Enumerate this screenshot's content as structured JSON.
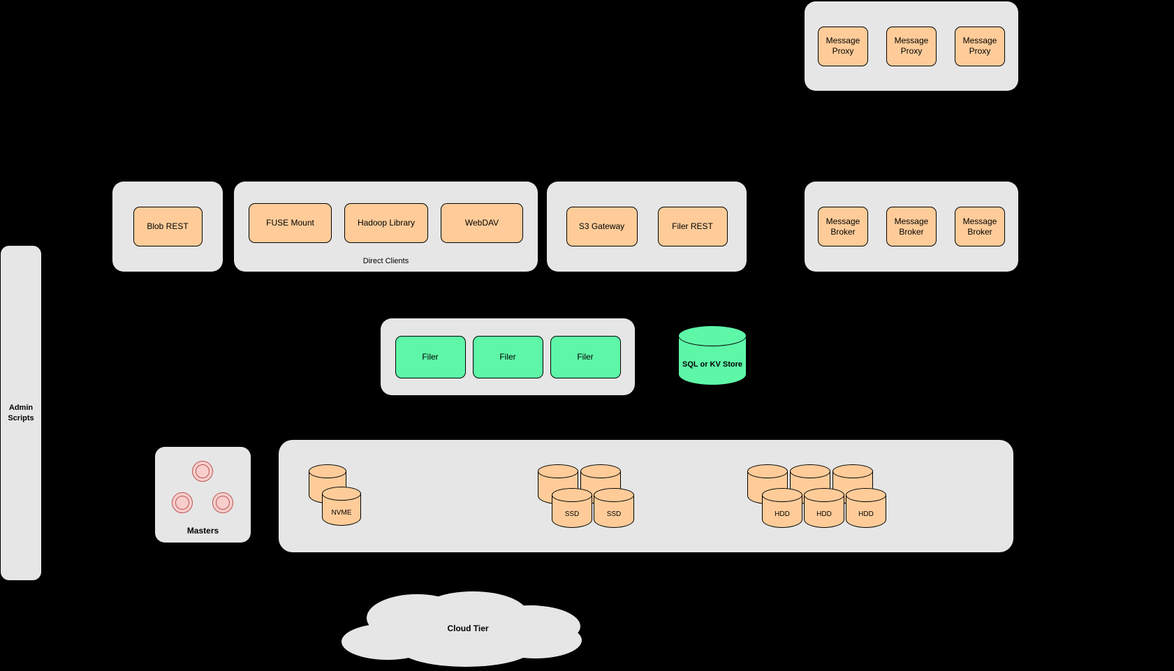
{
  "palette": {
    "background": "#000000",
    "container_fill": "#e6e6e6",
    "node_fill": "#ffcc99",
    "node_border": "#000000",
    "accent_green": "#5ef7a8",
    "master_fill": "#f8cecc",
    "master_border": "#b85450"
  },
  "proxy_group": {
    "items": [
      "Message Proxy",
      "Message Proxy",
      "Message Proxy"
    ]
  },
  "blob_group": {
    "items": [
      "Blob REST"
    ]
  },
  "direct_clients_group": {
    "label": "Direct Clients",
    "items": [
      "FUSE Mount",
      "Hadoop Library",
      "WebDAV"
    ]
  },
  "gateway_group": {
    "items": [
      "S3 Gateway",
      "Filer REST"
    ]
  },
  "broker_group": {
    "items": [
      "Message Broker",
      "Message Broker",
      "Message Broker"
    ]
  },
  "admin_panel": {
    "label": "Admin Scripts"
  },
  "filer_group": {
    "items": [
      "Filer",
      "Filer",
      "Filer"
    ]
  },
  "store": {
    "label": "SQL or KV Store"
  },
  "masters_group": {
    "label": "Masters"
  },
  "volume_group": {
    "nvme_label": "NVME",
    "ssd_labels": [
      "SSD",
      "SSD"
    ],
    "hdd_labels": [
      "HDD",
      "HDD",
      "HDD"
    ]
  },
  "cloud": {
    "label": "Cloud Tier"
  }
}
